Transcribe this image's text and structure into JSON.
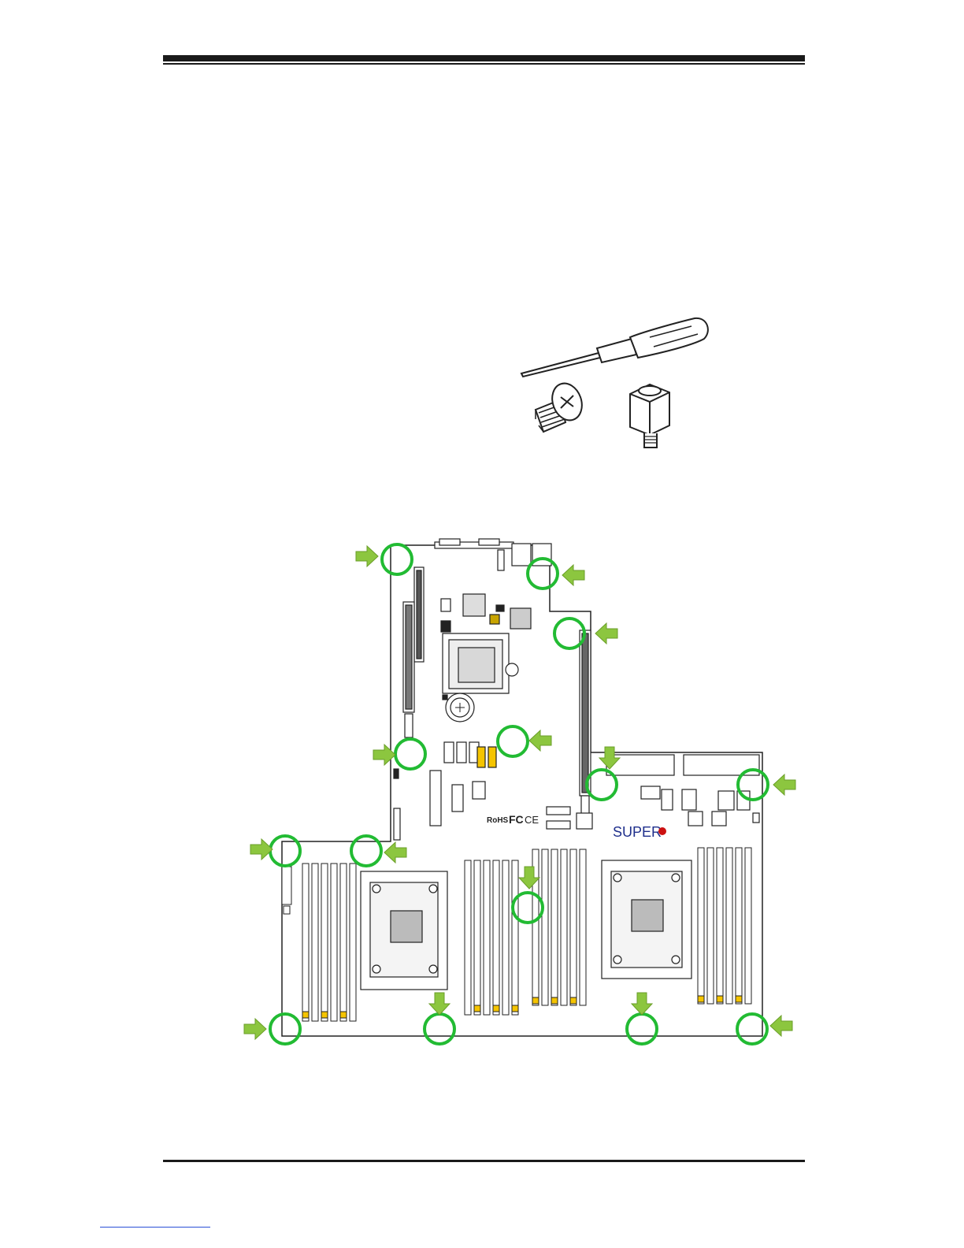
{
  "page": {
    "marks": {
      "rohs": "RoHS",
      "fcc": "FC",
      "ce": "CE",
      "brand": "SUPER"
    },
    "colors": {
      "rule": "#1a1a1a",
      "highlight_circle": "#22bb33",
      "arrow": "#8cc63f",
      "brand_text": "#1f2f8c",
      "brand_dot": "#cc1111",
      "socket_yellow": "#f5c400"
    },
    "icons": [
      "screwdriver-icon",
      "screw-icon",
      "standoff-icon",
      "arrow-icon"
    ]
  }
}
